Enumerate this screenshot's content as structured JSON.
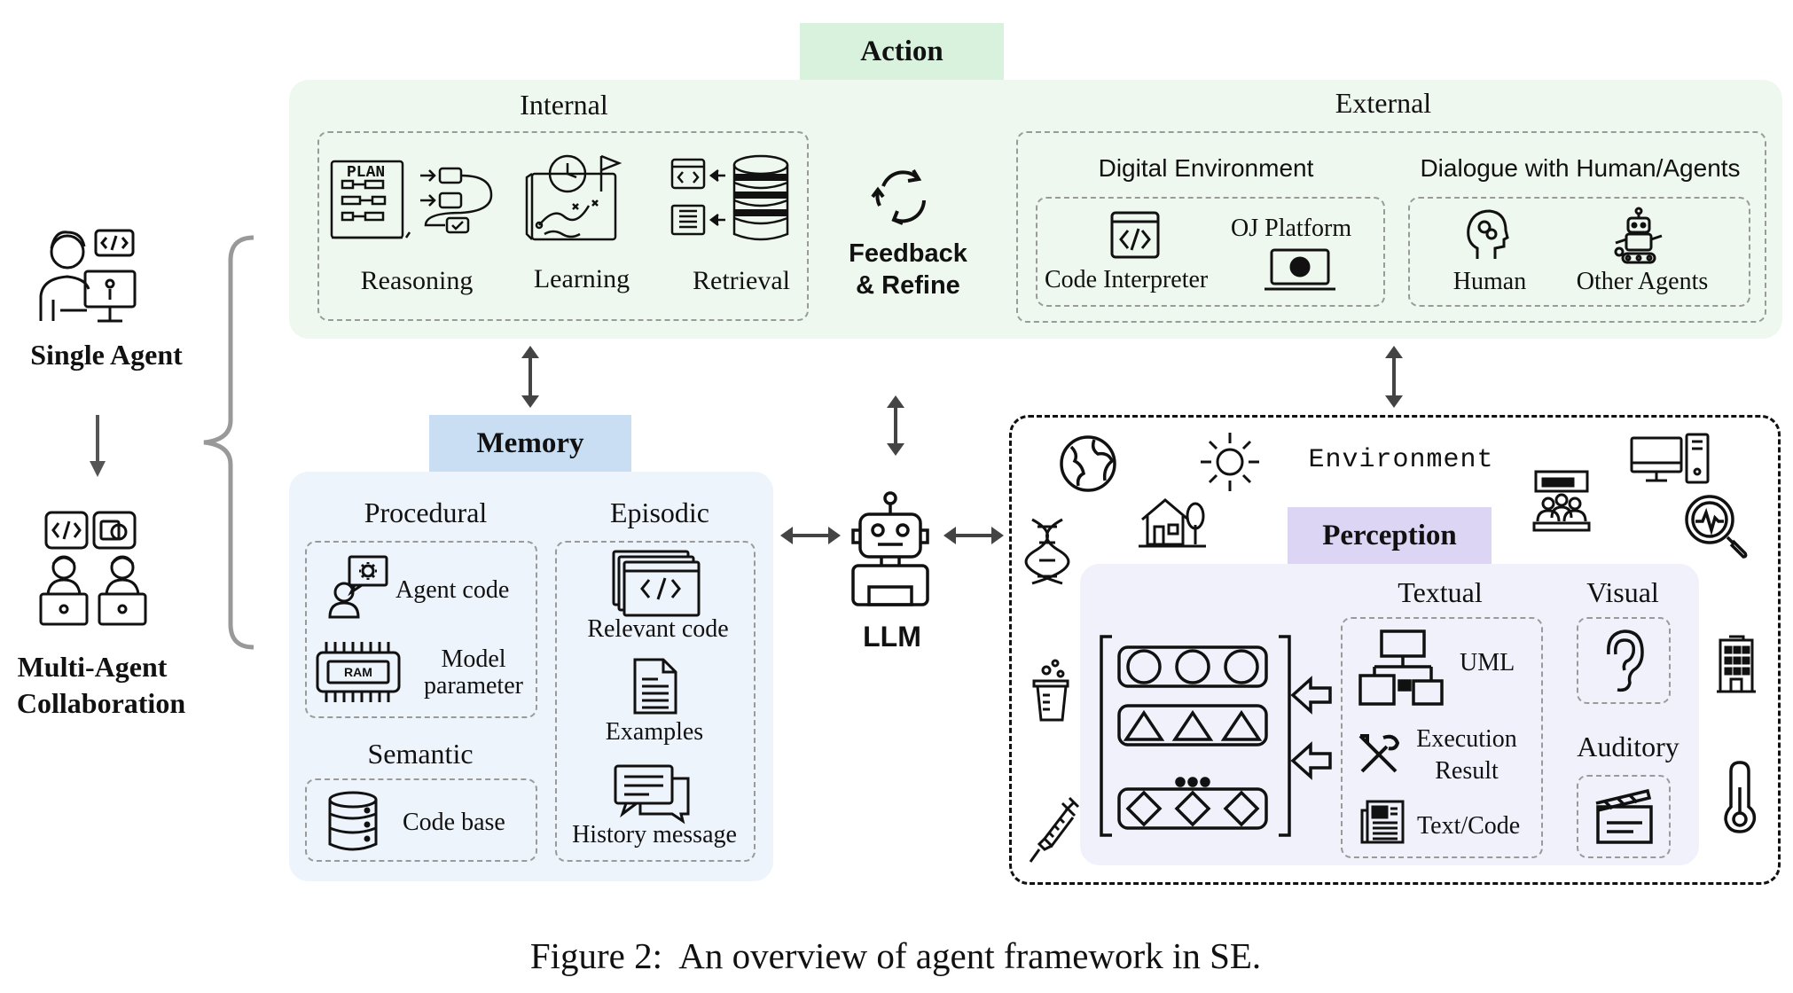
{
  "caption": "Figure 2:  An overview of agent framework in SE.",
  "left": {
    "single_agent": "Single Agent",
    "multi_agent_line1": "Multi-Agent",
    "multi_agent_line2": "Collaboration"
  },
  "action": {
    "title": "Action",
    "internal": {
      "title": "Internal",
      "plan_label": "PLAN",
      "items": [
        "Reasoning",
        "Learning",
        "Retrieval"
      ]
    },
    "feedback_line1": "Feedback",
    "feedback_line2": "& Refine",
    "external": {
      "title": "External",
      "digital": {
        "title": "Digital Environment",
        "code_interpreter": "Code Interpreter",
        "oj_platform": "OJ Platform"
      },
      "dialogue": {
        "title": "Dialogue with Human/Agents",
        "human": "Human",
        "other_agents": "Other Agents"
      }
    }
  },
  "llm": "LLM",
  "memory": {
    "title": "Memory",
    "procedural": {
      "title": "Procedural",
      "agent_code": "Agent code",
      "ram_label": "RAM",
      "model_param_line1": "Model",
      "model_param_line2": "parameter"
    },
    "semantic": {
      "title": "Semantic",
      "code_base": "Code base"
    },
    "episodic": {
      "title": "Episodic",
      "relevant_code": "Relevant code",
      "examples": "Examples",
      "history_message": "History message"
    }
  },
  "environment": {
    "title": "Environment",
    "perception": {
      "title": "Perception",
      "textual": {
        "title": "Textual",
        "uml": "UML",
        "execution_line1": "Execution",
        "execution_line2": "Result",
        "text_code": "Text/Code"
      },
      "visual": "Visual",
      "auditory": "Auditory"
    }
  },
  "colors": {
    "action_panel": "#eef8ee",
    "action_header": "#d9f2dd",
    "memory_panel": "#eef4fb",
    "memory_header": "#c9def2",
    "perception_panel": "#f1f1fb",
    "perception_header": "#dcd5f3"
  }
}
